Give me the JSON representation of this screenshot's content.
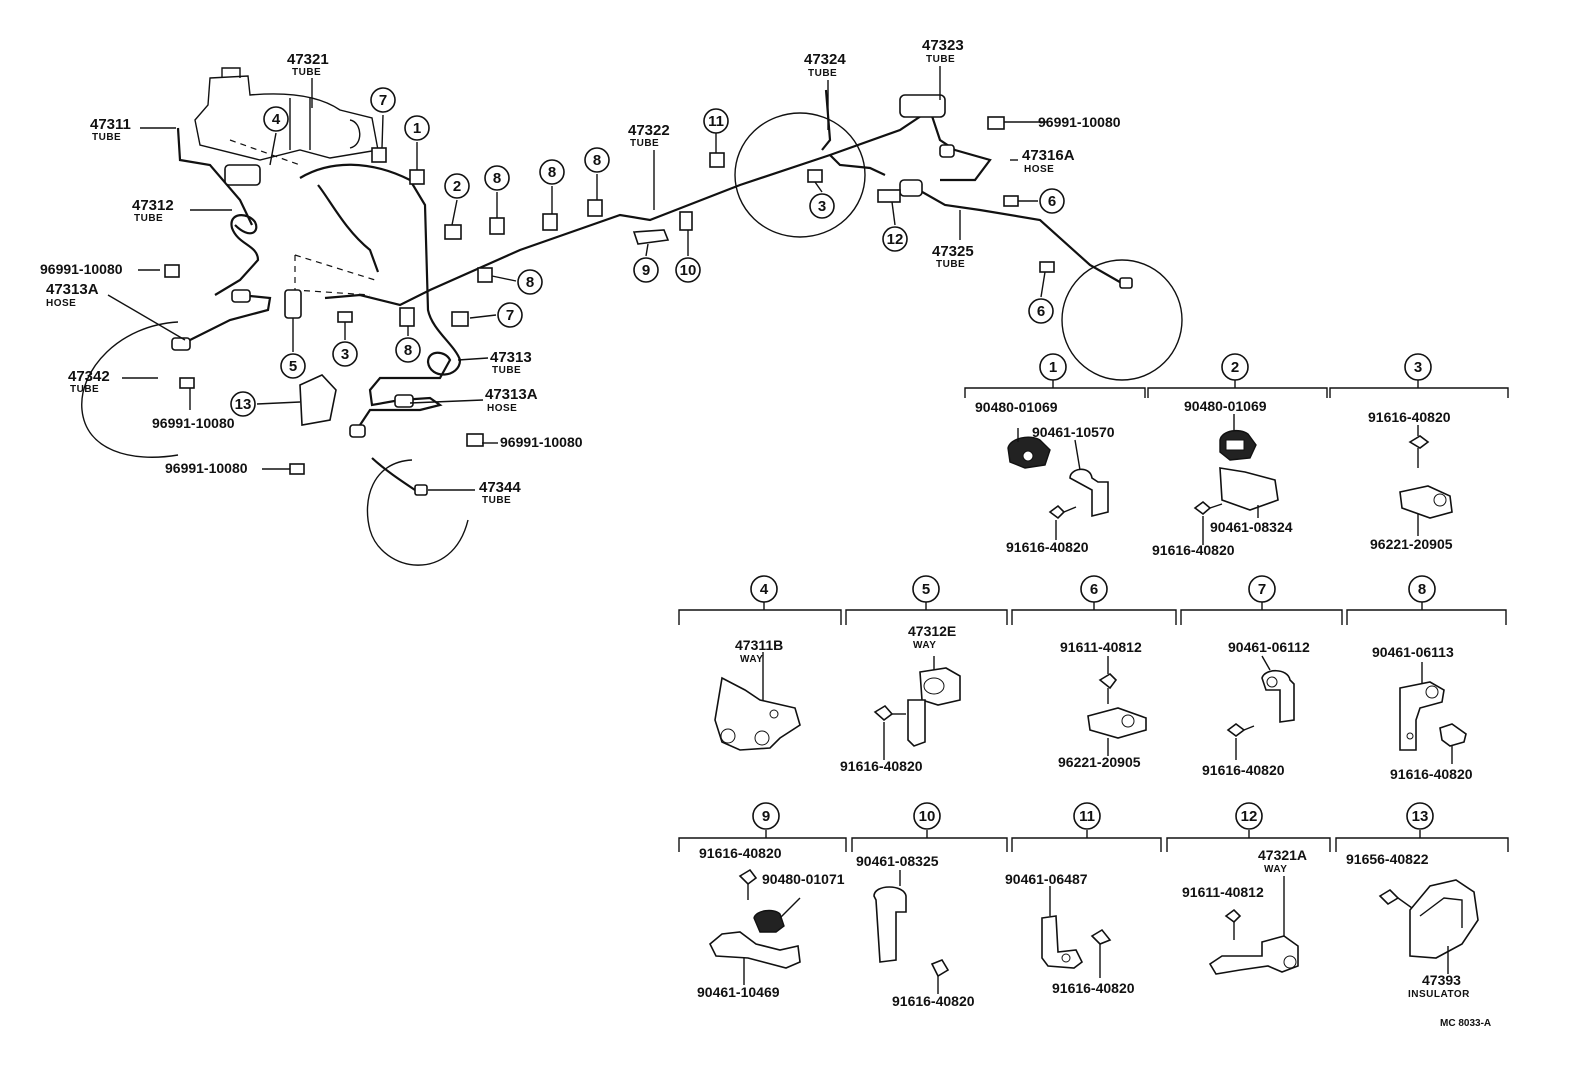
{
  "callouts": {
    "c47321": {
      "num": "47321",
      "sub": "TUBE"
    },
    "c47311": {
      "num": "47311",
      "sub": "TUBE"
    },
    "c47312": {
      "num": "47312",
      "sub": "TUBE"
    },
    "c96991a": {
      "num": "96991-10080"
    },
    "c47313A_left": {
      "num": "47313A",
      "sub": "HOSE"
    },
    "c47342": {
      "num": "47342",
      "sub": "TUBE"
    },
    "c96991b": {
      "num": "96991-10080"
    },
    "c96991c": {
      "num": "96991-10080"
    },
    "c47313": {
      "num": "47313",
      "sub": "TUBE"
    },
    "c47313A_mid": {
      "num": "47313A",
      "sub": "HOSE"
    },
    "c96991d": {
      "num": "96991-10080"
    },
    "c47344": {
      "num": "47344",
      "sub": "TUBE"
    },
    "c47322": {
      "num": "47322",
      "sub": "TUBE"
    },
    "c47324": {
      "num": "47324",
      "sub": "TUBE"
    },
    "c47323": {
      "num": "47323",
      "sub": "TUBE"
    },
    "c96991e": {
      "num": "96991-10080"
    },
    "c47316A": {
      "num": "47316A",
      "sub": "HOSE"
    },
    "c47325": {
      "num": "47325",
      "sub": "TUBE"
    }
  },
  "diagram_refs": [
    "1",
    "2",
    "3",
    "4",
    "5",
    "6",
    "7",
    "8",
    "9",
    "10",
    "11",
    "12",
    "13"
  ],
  "details": [
    {
      "ref": "1",
      "parts": [
        "90480-01069",
        "90461-10570",
        "91616-40820"
      ]
    },
    {
      "ref": "2",
      "parts": [
        "90480-01069",
        "90461-08324",
        "91616-40820"
      ]
    },
    {
      "ref": "3",
      "parts": [
        "91616-40820",
        "96221-20905"
      ]
    },
    {
      "ref": "4",
      "parts": [
        "47311B"
      ],
      "sub": "WAY"
    },
    {
      "ref": "5",
      "parts": [
        "47312E",
        "91616-40820"
      ],
      "sub": "WAY"
    },
    {
      "ref": "6",
      "parts": [
        "91611-40812",
        "96221-20905"
      ]
    },
    {
      "ref": "7",
      "parts": [
        "90461-06112",
        "91616-40820"
      ]
    },
    {
      "ref": "8",
      "parts": [
        "90461-06113",
        "91616-40820"
      ]
    },
    {
      "ref": "9",
      "parts": [
        "91616-40820",
        "90480-01071",
        "90461-10469"
      ]
    },
    {
      "ref": "10",
      "parts": [
        "90461-08325",
        "91616-40820"
      ]
    },
    {
      "ref": "11",
      "parts": [
        "90461-06487",
        "91616-40820"
      ]
    },
    {
      "ref": "12",
      "parts": [
        "47321A",
        "91611-40812"
      ],
      "sub": "WAY"
    },
    {
      "ref": "13",
      "parts": [
        "91656-40822",
        "47393"
      ],
      "sub": "INSULATOR"
    }
  ],
  "drawing_code": "MC 8033-A"
}
